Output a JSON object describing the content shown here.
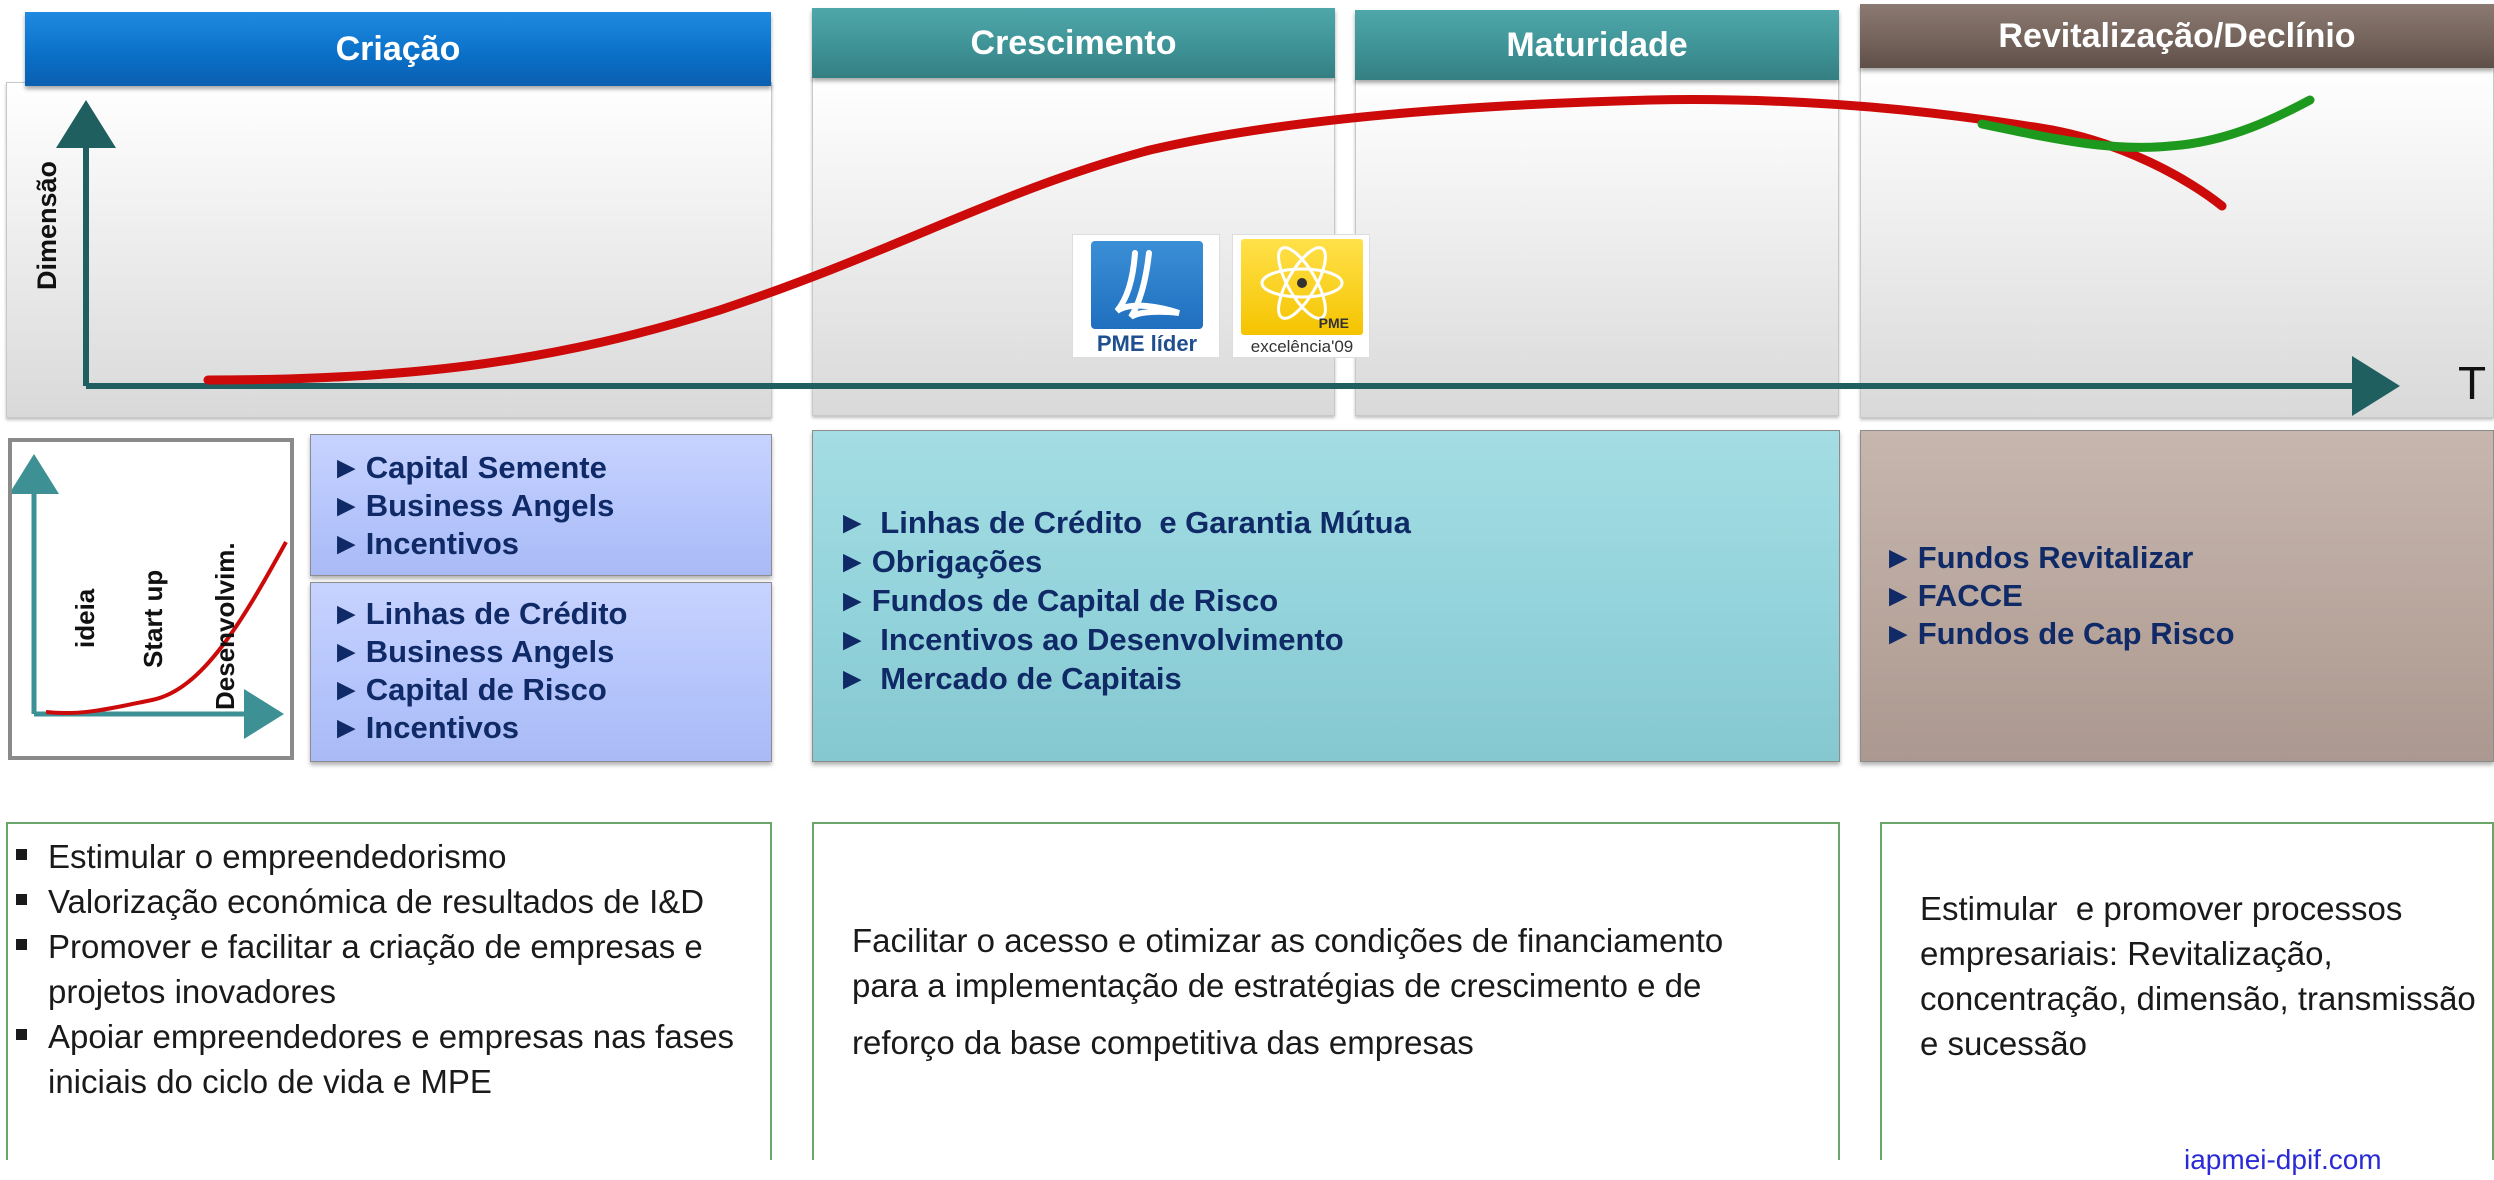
{
  "phases": {
    "criacao": "Criação",
    "crescimento": "Crescimento",
    "maturidade": "Maturidade",
    "revitalizacao": "Revitalização/Declínio"
  },
  "axes": {
    "y_label": "Dimensão",
    "x_label": "T"
  },
  "logos": {
    "pme_lider": "PME líder",
    "pme_excelencia": "excelência'09",
    "pme_excelencia_badge": "PME"
  },
  "mini_chart": {
    "labels": [
      "ideia",
      "Start up",
      "Desenvolvim."
    ]
  },
  "instrument_marker": "►",
  "instruments": {
    "criacao_top": [
      "Capital Semente",
      "Business Angels",
      "Incentivos"
    ],
    "criacao_bottom": [
      "Linhas de Crédito",
      "Business Angels",
      "Capital de Risco",
      "Incentivos"
    ],
    "crescimento": [
      " Linhas de Crédito  e Garantia Mútua",
      "Obrigações",
      "Fundos de Capital de Risco",
      " Incentivos ao Desenvolvimento",
      " Mercado de Capitais"
    ],
    "revitalizacao": [
      "Fundos Revitalizar",
      "FACCE",
      "Fundos de Cap Risco"
    ]
  },
  "objectives": {
    "criacao": [
      "Estimular o empreendedorismo",
      "Valorização económica de resultados de I&D",
      "Promover e facilitar a criação de empresas e projetos inovadores",
      "Apoiar empreendedores e empresas nas fases iniciais do ciclo de vida e MPE"
    ],
    "crescimento": {
      "line1": "Facilitar o acesso e otimizar as condições de financiamento",
      "line2": "para a implementação de estratégias de crescimento e de",
      "line3": "reforço da base competitiva das empresas"
    },
    "revitalizacao": "Estimular  e promover processos empresariais: Revitalização, concentração, dimensão, transmissão  e sucessão"
  },
  "footer_link": "iapmei-dpif.com",
  "colors": {
    "curve_main": "#cc0a0a",
    "curve_renewal": "#1d9a1d",
    "axis": "#1f5f5f"
  }
}
